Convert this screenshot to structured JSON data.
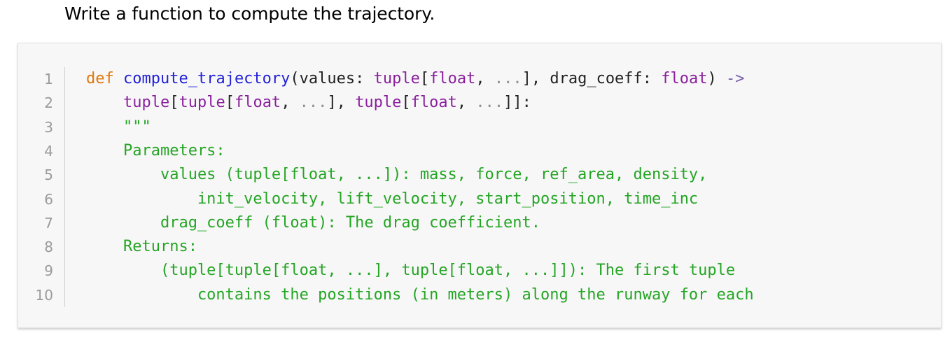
{
  "instruction": "Write a function to compute the trajectory.",
  "colors": {
    "keyword": "#e2780c",
    "function_name": "#2222d8",
    "type": "#8a1f9e",
    "plain": "#222222",
    "ellipsis": "#8f8f8f",
    "arrow": "#7a5fa8",
    "docstring": "#24a524",
    "line_number": "#9a9a9a"
  },
  "code": {
    "line_numbers": [
      "1",
      "2",
      "3",
      "4",
      "5",
      "6",
      "7",
      "8",
      "9",
      "10"
    ],
    "lines": [
      [
        {
          "text": "def",
          "kind": "keyword"
        },
        {
          "text": " ",
          "kind": "plain"
        },
        {
          "text": "compute_trajectory",
          "kind": "function_name"
        },
        {
          "text": "(values: ",
          "kind": "plain"
        },
        {
          "text": "tuple",
          "kind": "type"
        },
        {
          "text": "[",
          "kind": "plain"
        },
        {
          "text": "float",
          "kind": "type"
        },
        {
          "text": ", ",
          "kind": "plain"
        },
        {
          "text": "...",
          "kind": "ellipsis"
        },
        {
          "text": "], drag_coeff: ",
          "kind": "plain"
        },
        {
          "text": "float",
          "kind": "type"
        },
        {
          "text": ") ",
          "kind": "plain"
        },
        {
          "text": "->",
          "kind": "arrow"
        }
      ],
      [
        {
          "text": "    ",
          "kind": "plain"
        },
        {
          "text": "tuple",
          "kind": "type"
        },
        {
          "text": "[",
          "kind": "plain"
        },
        {
          "text": "tuple",
          "kind": "type"
        },
        {
          "text": "[",
          "kind": "plain"
        },
        {
          "text": "float",
          "kind": "type"
        },
        {
          "text": ", ",
          "kind": "plain"
        },
        {
          "text": "...",
          "kind": "ellipsis"
        },
        {
          "text": "], ",
          "kind": "plain"
        },
        {
          "text": "tuple",
          "kind": "type"
        },
        {
          "text": "[",
          "kind": "plain"
        },
        {
          "text": "float",
          "kind": "type"
        },
        {
          "text": ", ",
          "kind": "plain"
        },
        {
          "text": "...",
          "kind": "ellipsis"
        },
        {
          "text": "]]:",
          "kind": "plain"
        }
      ],
      [
        {
          "text": "    \"\"\"",
          "kind": "docstring"
        }
      ],
      [
        {
          "text": "    Parameters:",
          "kind": "docstring"
        }
      ],
      [
        {
          "text": "        values (tuple[float, ...]): mass, force, ref_area, density,",
          "kind": "docstring"
        }
      ],
      [
        {
          "text": "            init_velocity, lift_velocity, start_position, time_inc",
          "kind": "docstring"
        }
      ],
      [
        {
          "text": "        drag_coeff (float): The drag coefficient.",
          "kind": "docstring"
        }
      ],
      [
        {
          "text": "    Returns:",
          "kind": "docstring"
        }
      ],
      [
        {
          "text": "        (tuple[tuple[float, ...], tuple[float, ...]]): The first tuple",
          "kind": "docstring"
        }
      ],
      [
        {
          "text": "            contains the positions (in meters) along the runway for each",
          "kind": "docstring"
        }
      ]
    ]
  }
}
